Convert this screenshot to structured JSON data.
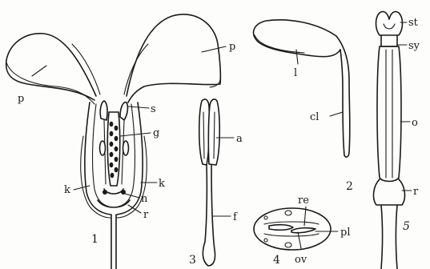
{
  "figure": {
    "fig1": {
      "number": "1",
      "labels": {
        "p_right": "p",
        "p_left": "p",
        "s": "s",
        "g": "g",
        "k_left": "k",
        "k_right": "k",
        "n": "n",
        "r": "r"
      }
    },
    "fig2": {
      "number": "2",
      "labels": {
        "l": "l",
        "cl": "cl"
      }
    },
    "fig3": {
      "number": "3",
      "labels": {
        "a": "a",
        "f": "f"
      }
    },
    "fig4": {
      "number": "4",
      "labels": {
        "re": "re",
        "pl": "pl",
        "ov": "ov"
      }
    },
    "fig5": {
      "number": "5",
      "labels": {
        "st": "st",
        "sy": "sy",
        "o": "o",
        "r": "r"
      }
    }
  }
}
